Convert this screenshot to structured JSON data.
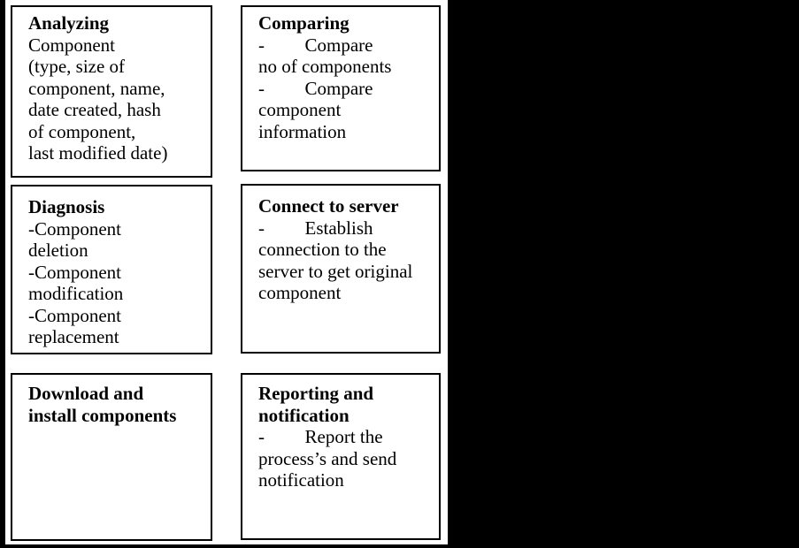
{
  "colors": {
    "background": "#ffffff",
    "border": "#000000",
    "text": "#000000",
    "mask": "#000000"
  },
  "boxes": [
    {
      "id": "analyzing-component",
      "title_lines": [
        "Analyzing"
      ],
      "body_lines": [
        "Component",
        "(type, size of",
        "component, name,",
        "date created, hash",
        "of component,",
        "last modified date)"
      ]
    },
    {
      "id": "comparing",
      "title_lines": [
        "Comparing"
      ],
      "body_lines": [
        "-\tCompare",
        "no of components",
        "-\tCompare",
        "component",
        "information"
      ]
    },
    {
      "id": "diagnosis",
      "title_lines": [
        "Diagnosis"
      ],
      "body_lines": [
        "-Component",
        "deletion",
        "-Component",
        "modification",
        "-Component",
        "replacement"
      ]
    },
    {
      "id": "connect-to-server",
      "title_lines": [
        "Connect to server"
      ],
      "body_lines": [
        "-\tEstablish",
        "connection to the",
        "server to get original",
        "component"
      ]
    },
    {
      "id": "download-install-components",
      "title_lines": [
        "Download and",
        "install components"
      ],
      "body_lines": []
    },
    {
      "id": "reporting-notification",
      "title_lines": [
        "Reporting and",
        "notification"
      ],
      "body_lines": [
        "-\tReport the",
        "process’s and send",
        "notification"
      ]
    }
  ]
}
